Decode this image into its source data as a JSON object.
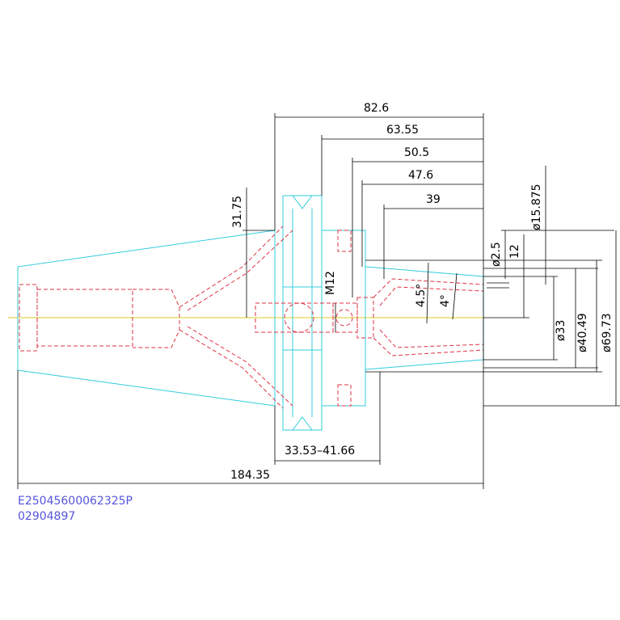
{
  "colors": {
    "outline": "#33ccdd",
    "hidden_lines": "#dd3344",
    "centerline": "#ddcc22",
    "dimensions": "#000000",
    "part_id": "#5555dd"
  },
  "dimensions": {
    "d82_6": "82.6",
    "d63_55": "63.55",
    "d50_5": "50.5",
    "d47_6": "47.6",
    "d39": "39",
    "d31_75": "31.75",
    "m12": "M12",
    "dia15_875": "ø15.875",
    "dia2_5": "ø2.5",
    "d12": "12",
    "angle4_5": "4.5°",
    "angle4": "4°",
    "dia33": "ø33",
    "dia40_49": "ø40.49",
    "dia69_73": "ø69.73",
    "range33_53_41_66": "33.53–41.66",
    "d184_35": "184.35"
  },
  "part_id": {
    "line1": "E25045600062325P",
    "line2": "02904897"
  }
}
